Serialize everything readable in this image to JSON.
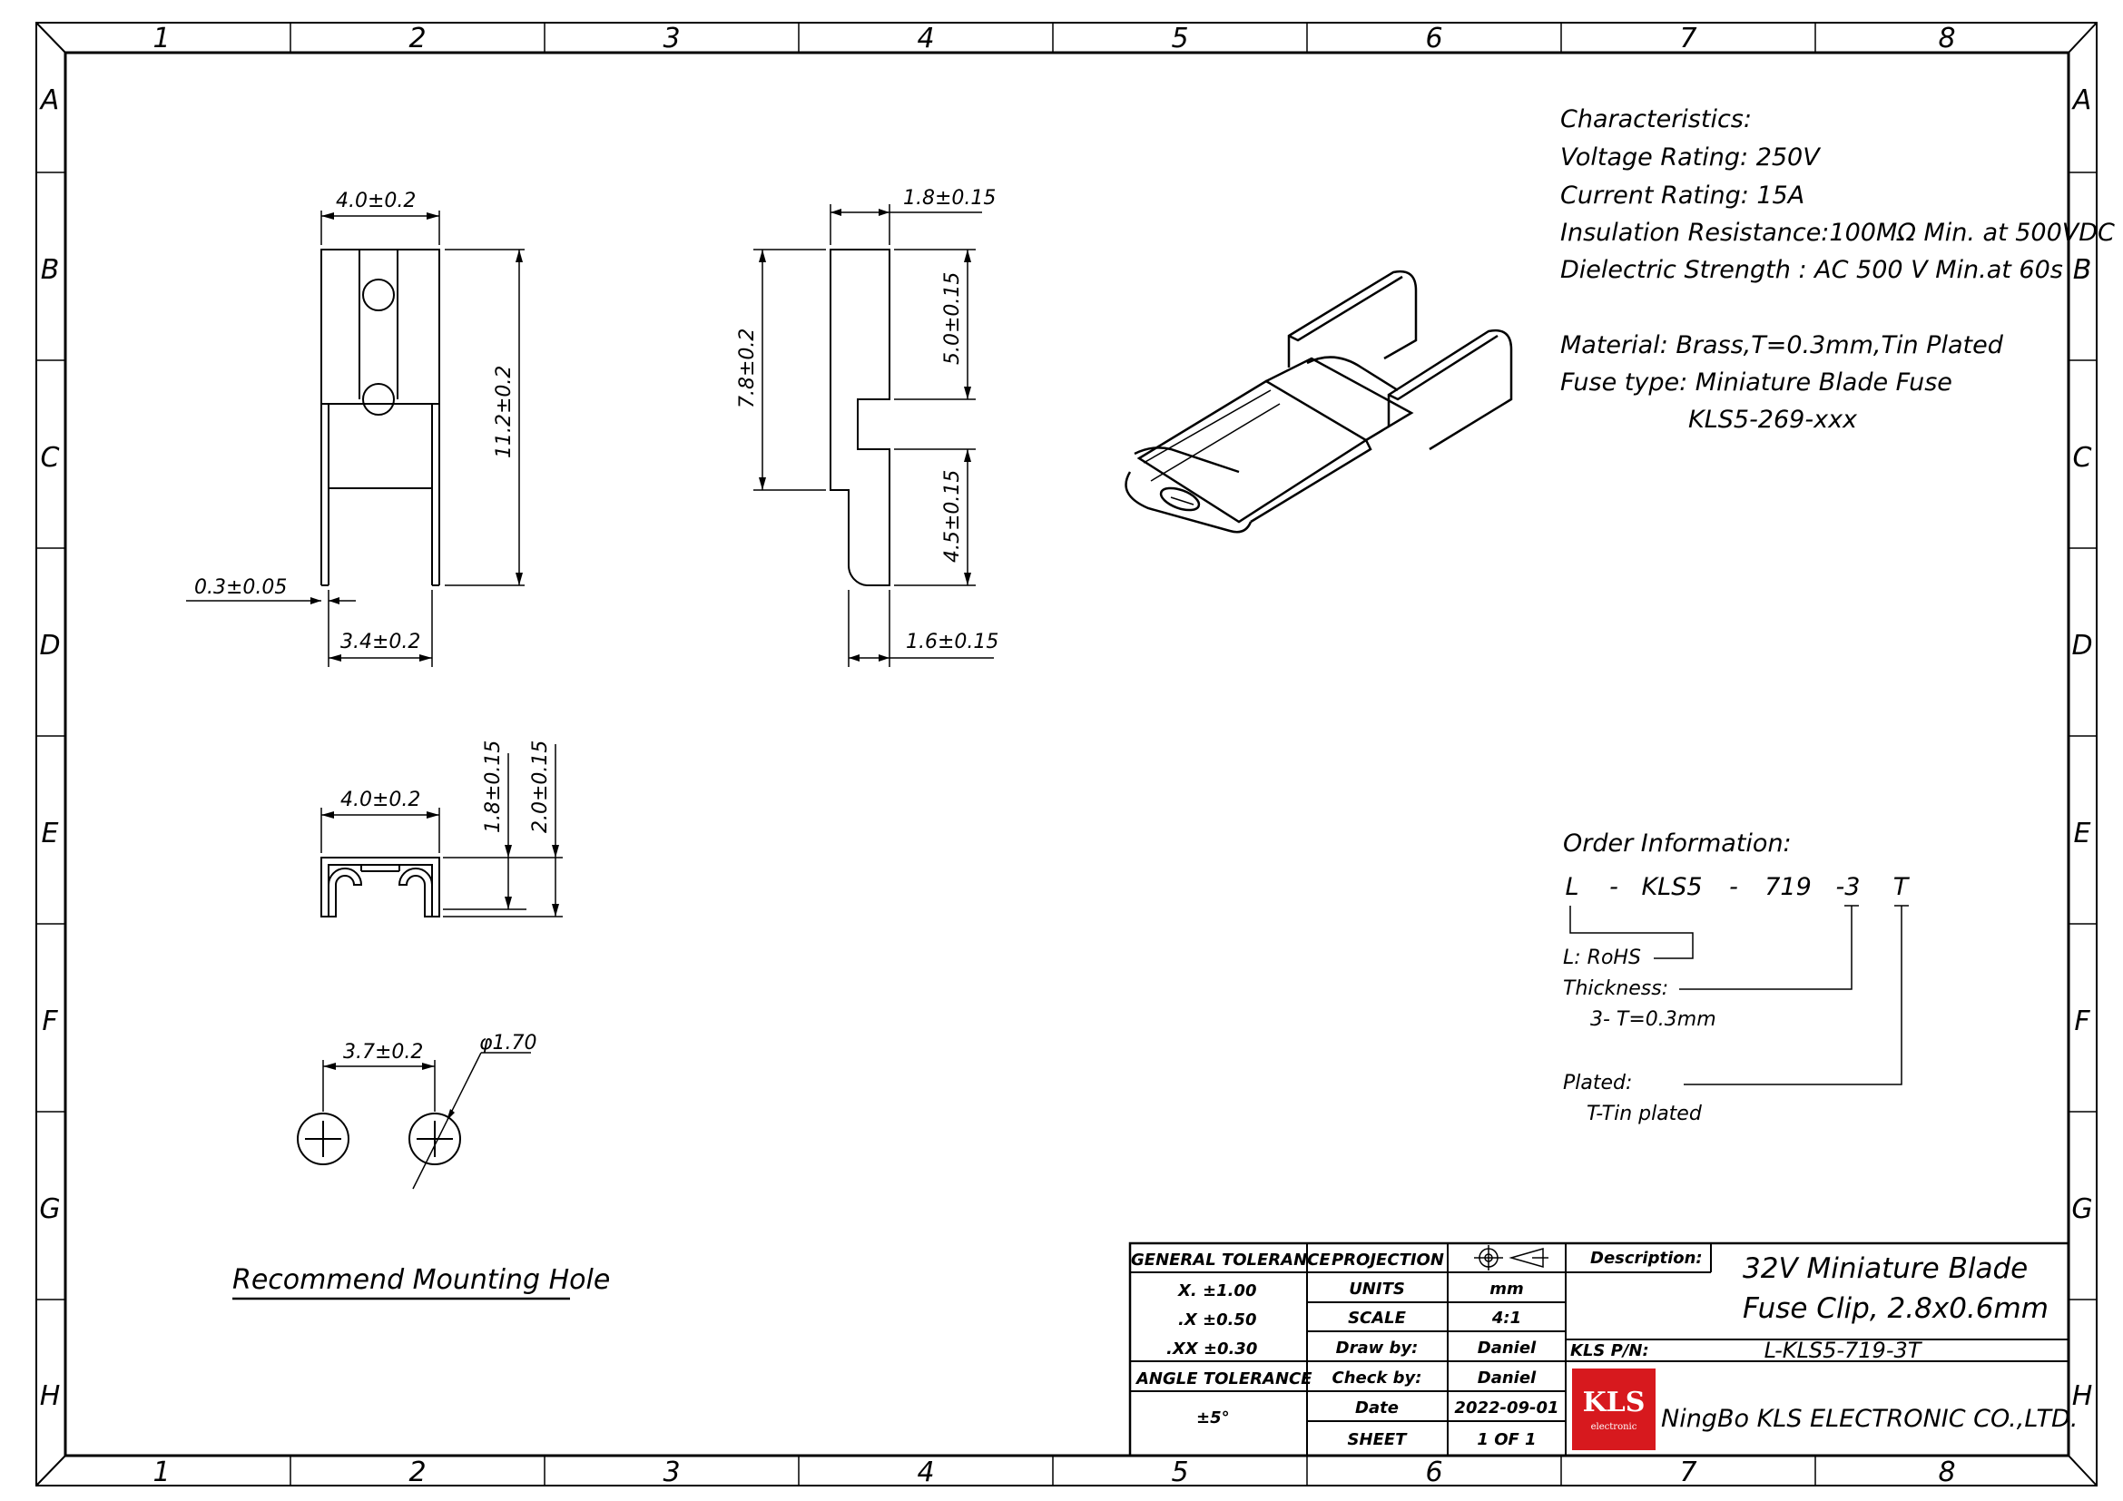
{
  "border": {
    "columns": [
      "1",
      "2",
      "3",
      "4",
      "5",
      "6",
      "7",
      "8"
    ],
    "rows": [
      "A",
      "B",
      "C",
      "D",
      "E",
      "F",
      "G",
      "H"
    ]
  },
  "dimensions": {
    "front_width": "4.0±0.2",
    "front_height": "11.2±0.2",
    "thickness": "0.3±0.05",
    "inner_width": "3.4±0.2",
    "side_top": "1.8±0.15",
    "side_height": "7.8±0.2",
    "upper": "5.0±0.15",
    "lower": "4.5±0.15",
    "side_bottom": "1.6±0.15",
    "bottom_width": "4.0±0.2",
    "bottom_h1": "1.8±0.15",
    "bottom_h2": "2.0±0.15",
    "hole_pitch": "3.7±0.2",
    "hole_dia": "φ1.70"
  },
  "mounting_label": "Recommend Mounting Hole",
  "characteristics": {
    "heading": "Characteristics:",
    "voltage": "Voltage Rating:    250V",
    "current": "Current Rating:    15A",
    "insulation": "Insulation Resistance:100MΩ Min. at 500VDC",
    "dielectric": "Dielectric Strength :  AC 500 V Min.at 60s",
    "material": "Material:   Brass,T=0.3mm,Tin Plated",
    "fuse_type": "Fuse type:  Miniature Blade Fuse",
    "fuse_model": "KLS5-269-xxx"
  },
  "order": {
    "heading": "Order Information:",
    "parts": [
      "L",
      "-",
      "KLS5",
      "-",
      "719",
      "-3",
      "T"
    ],
    "rohs": "L: RoHS",
    "thickness": "Thickness:",
    "thickness_value": "3-  T=0.3mm",
    "plated": "Plated:",
    "plated_value": "T-Tin plated"
  },
  "title_block": {
    "general_tolerance": "GENERAL TOLERANCE",
    "tol_x": "X.   ±1.00",
    "tol_xx": ".X   ±0.50",
    "tol_xxx": ".XX   ±0.30",
    "angle_tolerance": "ANGLE TOLERANCE",
    "angle_value": "±5°",
    "projection": "PROJECTION",
    "units_label": "UNITS",
    "units_value": "mm",
    "scale_label": "SCALE",
    "scale_value": "4:1",
    "draw_label": "Draw by:",
    "draw_value": "Daniel",
    "check_label": "Check by:",
    "check_value": "Daniel",
    "date_label": "Date",
    "date_value": "2022-09-01",
    "sheet_label": "SHEET",
    "sheet_value": "1  OF  1",
    "description_label": "Description:",
    "description_line1": "32V Miniature Blade",
    "description_line2": "Fuse Clip, 2.8x0.6mm",
    "pn_label": "KLS P/N:",
    "pn_value": "L-KLS5-719-3T",
    "company": "NingBo KLS ELECTRONIC CO.,LTD.",
    "logo_text": "KLS",
    "logo_sub": "electronic",
    "logo_color": "#d7191e"
  }
}
